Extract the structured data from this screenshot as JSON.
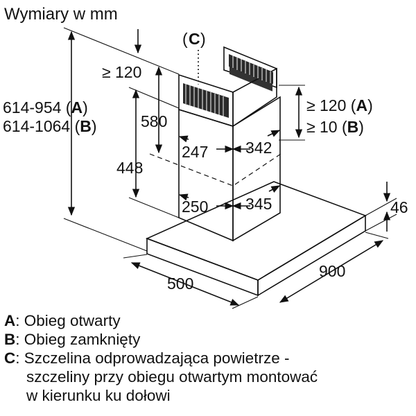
{
  "title": "Wymiary w mm",
  "markers": {
    "c": "C"
  },
  "dimensions": {
    "top_clearance": "≥ 120",
    "total_height_a_range": "614-954",
    "total_height_b_range": "614-1064",
    "key_a": "A",
    "key_b": "B",
    "upper_chimney_height": "580",
    "lower_chimney_height": "448",
    "upper_chimney_width": "247",
    "upper_chimney_depth": "342",
    "lower_chimney_width": "250",
    "lower_chimney_depth": "345",
    "ceiling_gap_a": "≥ 120",
    "ceiling_gap_b": "≥ 10",
    "canopy_thickness": "46",
    "canopy_depth": "500",
    "canopy_width": "900"
  },
  "legend": [
    {
      "key": "A",
      "text": ": Obieg otwarty"
    },
    {
      "key": "B",
      "text": ": Obieg zamknięty"
    },
    {
      "key": "C",
      "text": ": Szczelina odprowadzająca powietrze -",
      "continuation": [
        "szczeliny przy obiegu otwartym montować",
        "w kierunku ku dołowi"
      ]
    }
  ]
}
